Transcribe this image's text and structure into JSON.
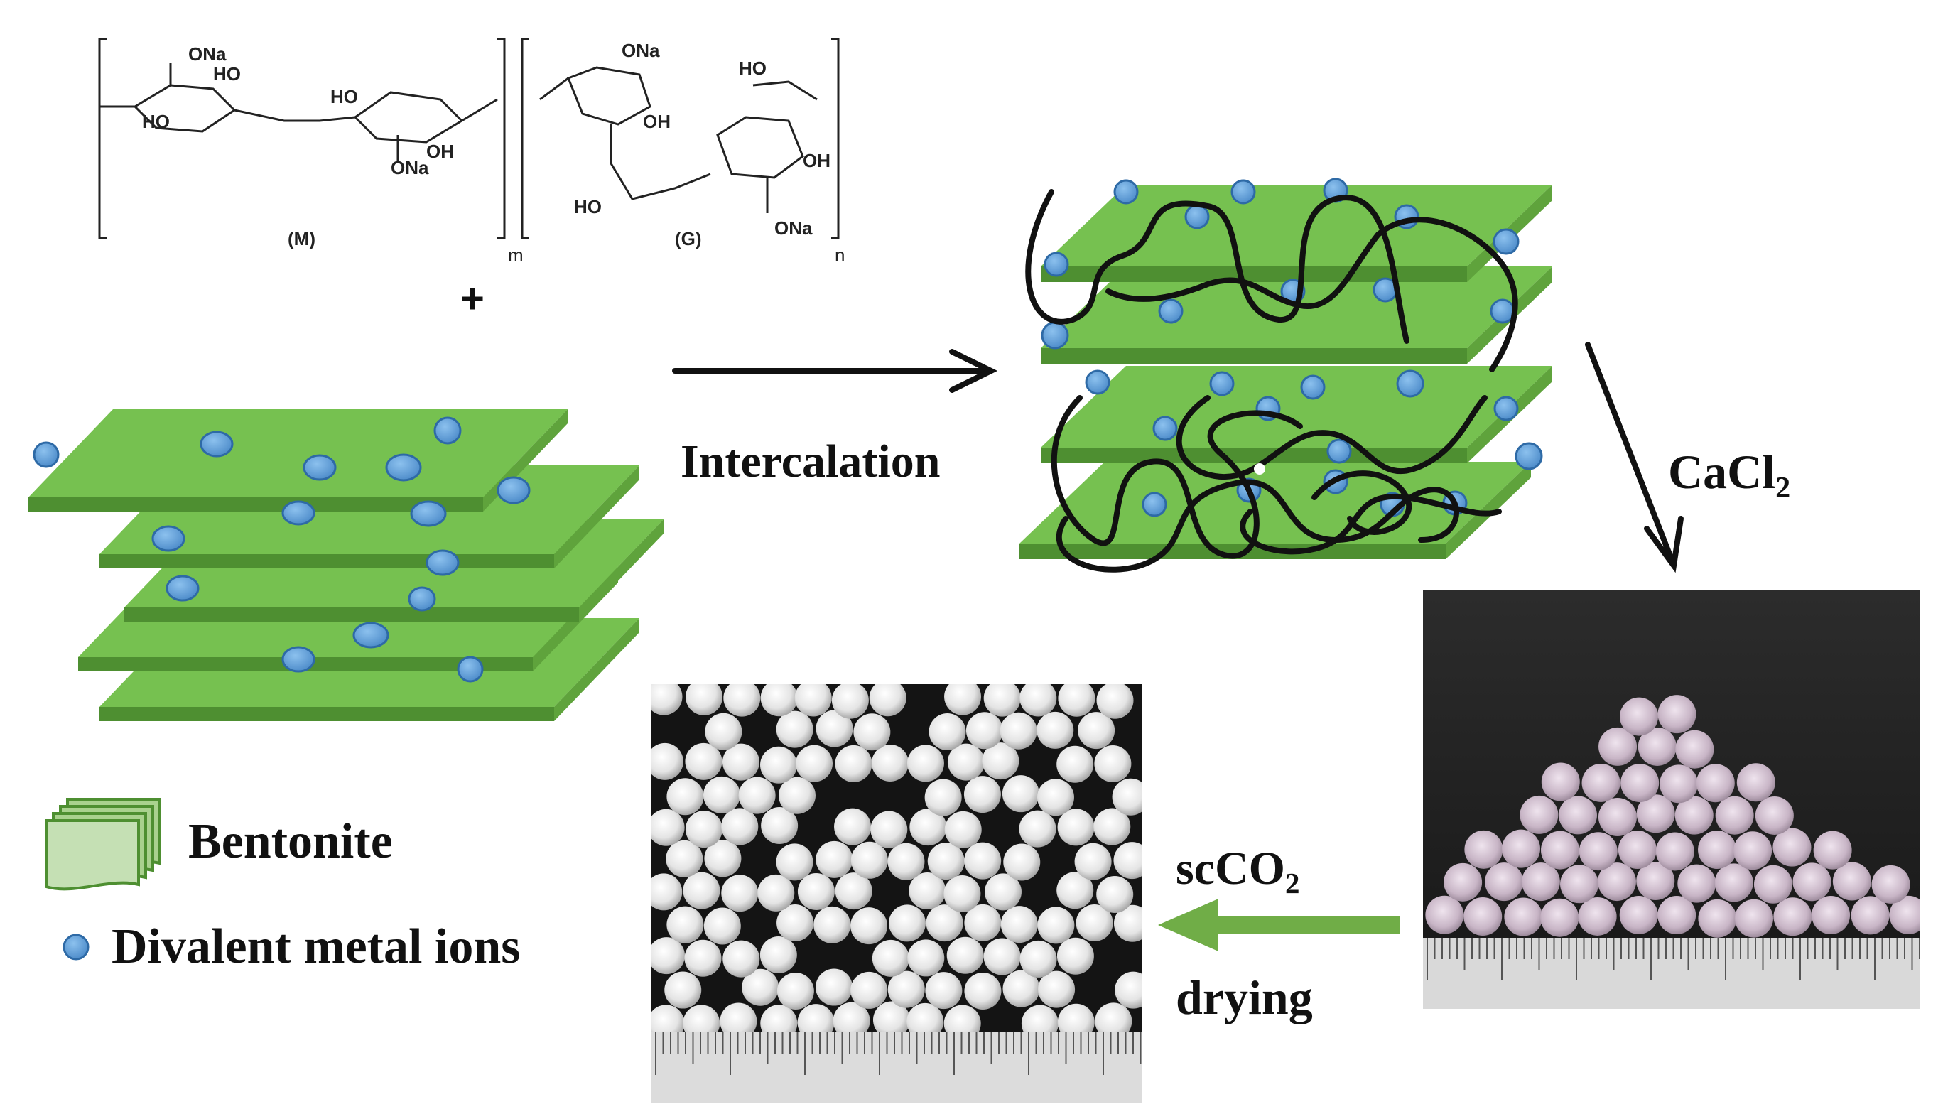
{
  "structure": {
    "unit_m_label": "(M)",
    "unit_g_label": "(G)",
    "subscript_m": "m",
    "subscript_n": "n",
    "group_ona": "ONa",
    "group_ho": "HO",
    "group_oh": "OH",
    "plus_sign": "+"
  },
  "labels": {
    "intercalation": "Intercalation",
    "cacl2_main": "CaCl",
    "cacl2_sub": "2",
    "scco2_main": "scCO",
    "scco2_sub": "2",
    "drying": "drying"
  },
  "legend": {
    "bentonite": "Bentonite",
    "ions": "Divalent metal ions"
  },
  "colors": {
    "sheet_top": "#76c150",
    "sheet_side": "#4e8f31",
    "ion_fill": "#5b9bd5",
    "ion_stroke": "#2e6aa6",
    "arrow_green": "#70ad47",
    "chain": "#111111"
  }
}
